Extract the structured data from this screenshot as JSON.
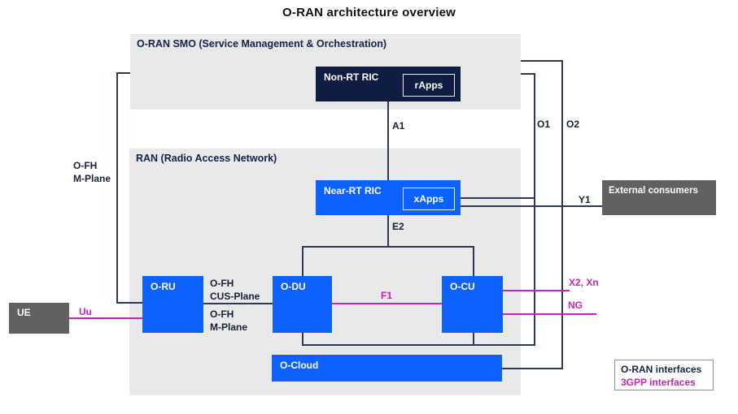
{
  "title": "O-RAN architecture overview",
  "smo": {
    "title": "O-RAN SMO (Service Management & Orchestration)",
    "non_rt_ric": {
      "label": "Non-RT RIC",
      "rapps": "rApps"
    }
  },
  "ran": {
    "title": "RAN (Radio Access Network)",
    "near_rt_ric": {
      "label": "Near-RT RIC",
      "xapps": "xApps"
    },
    "o_ru": "O-RU",
    "o_du": "O-DU",
    "o_cu": "O-CU",
    "o_cloud": "O-Cloud"
  },
  "external": {
    "ue": "UE",
    "consumers": "External consumers"
  },
  "interfaces": {
    "a1": "A1",
    "e2": "E2",
    "o1": "O1",
    "o2": "O2",
    "y1": "Y1",
    "f1": "F1",
    "uu": "Uu",
    "x2_xn": "X2, Xn",
    "ng": "NG",
    "fh_cus": {
      "l1": "O-FH",
      "l2": "CUS-Plane"
    },
    "fh_m": {
      "l1": "O-FH",
      "l2": "M-Plane"
    },
    "fh_m_left": {
      "l1": "O-FH",
      "l2": "M-Plane"
    }
  },
  "legend": {
    "oran": "O-RAN interfaces",
    "tgpp": "3GPP interfaces"
  },
  "colors": {
    "blue": "#0d62ff",
    "navy_box": "#101d42",
    "panel_gray": "#e9e9e9",
    "dark_gray": "#616161",
    "magenta": "#c724b1",
    "line": "#2e3a54",
    "text_dark": "#182038",
    "text_navy": "#15224a"
  }
}
